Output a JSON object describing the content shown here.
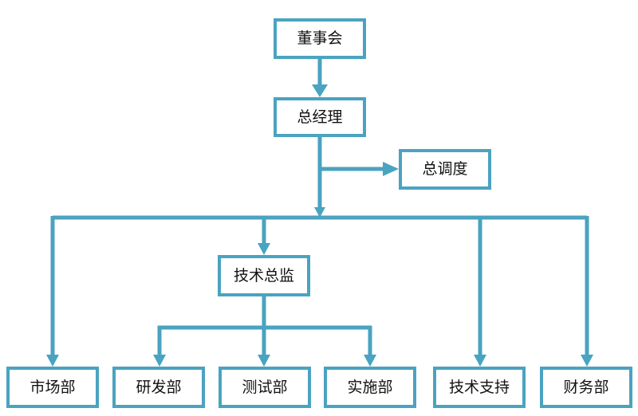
{
  "org_chart": {
    "board": "董事会",
    "general_manager": "总经理",
    "general_dispatch": "总调度",
    "technical_director": "技术总监",
    "departments": {
      "marketing": "市场部",
      "rnd": "研发部",
      "testing": "测试部",
      "implementation": "实施部",
      "tech_support": "技术支持",
      "finance": "财务部"
    }
  },
  "colors": {
    "line": "#4aa3c0",
    "box_border": "#4aa3c0",
    "text": "#111111"
  }
}
